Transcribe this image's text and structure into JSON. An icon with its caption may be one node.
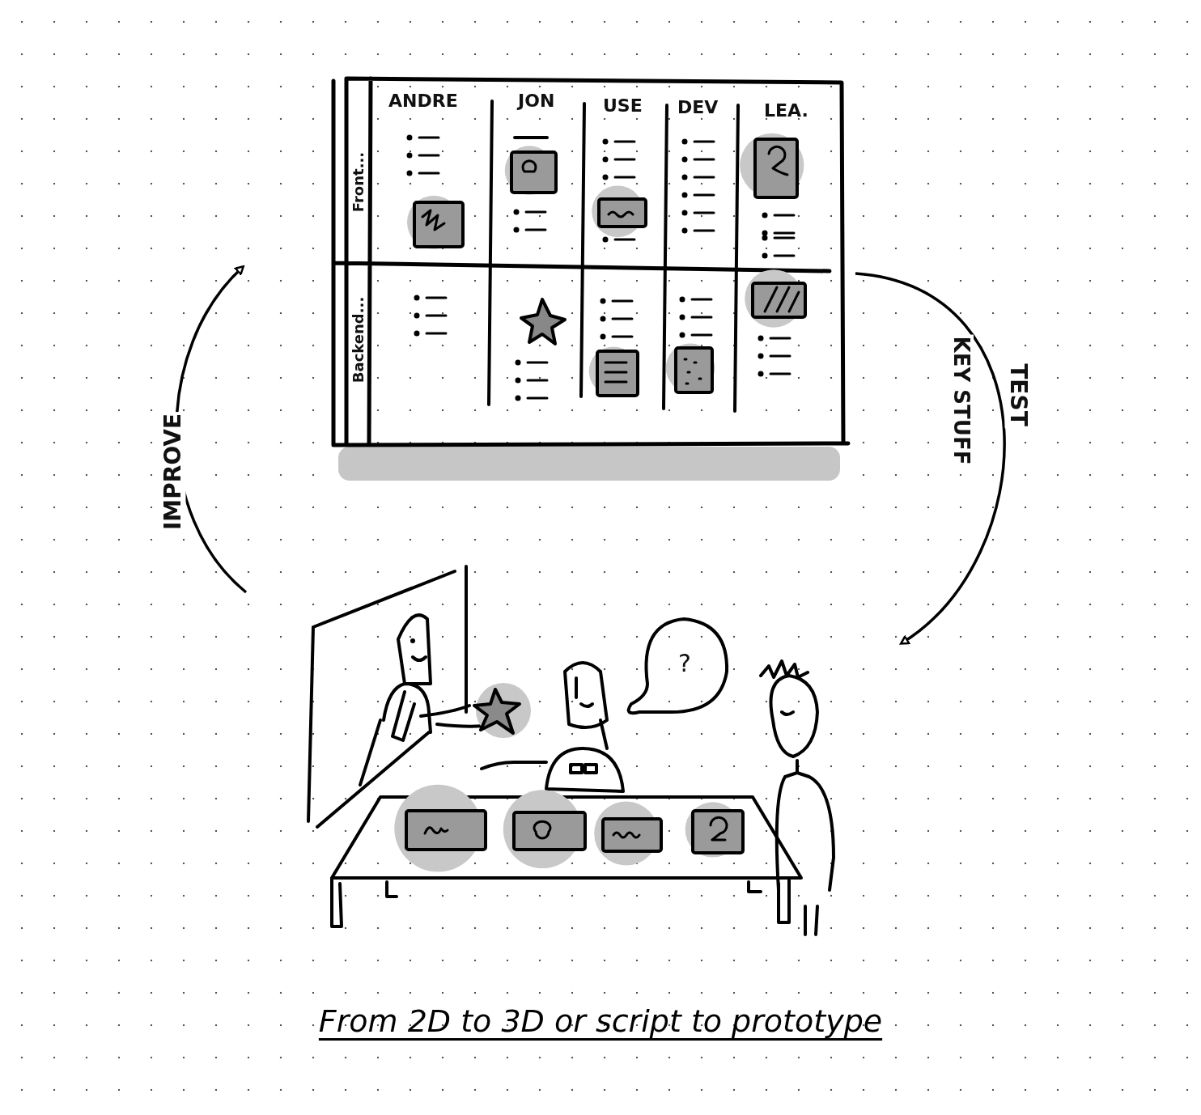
{
  "diagram": {
    "caption": "From 2D to 3D or script to prototype",
    "nodes": [
      {
        "text": [],
        "shape": "picture"
      },
      {
        "text": [],
        "shape": "picture"
      }
    ],
    "edges": [
      {
        "from": 0,
        "to": 1,
        "arrow": "to",
        "label": "TEST"
      },
      {
        "from": 1,
        "to": 0,
        "arrow": "to",
        "label": "IMPROVE"
      }
    ],
    "labels": [
      "ANDRE",
      "JON",
      "USE",
      "DEV",
      "LEA.",
      "Front...",
      "Backend...",
      "KEY STUFF",
      "?"
    ]
  }
}
